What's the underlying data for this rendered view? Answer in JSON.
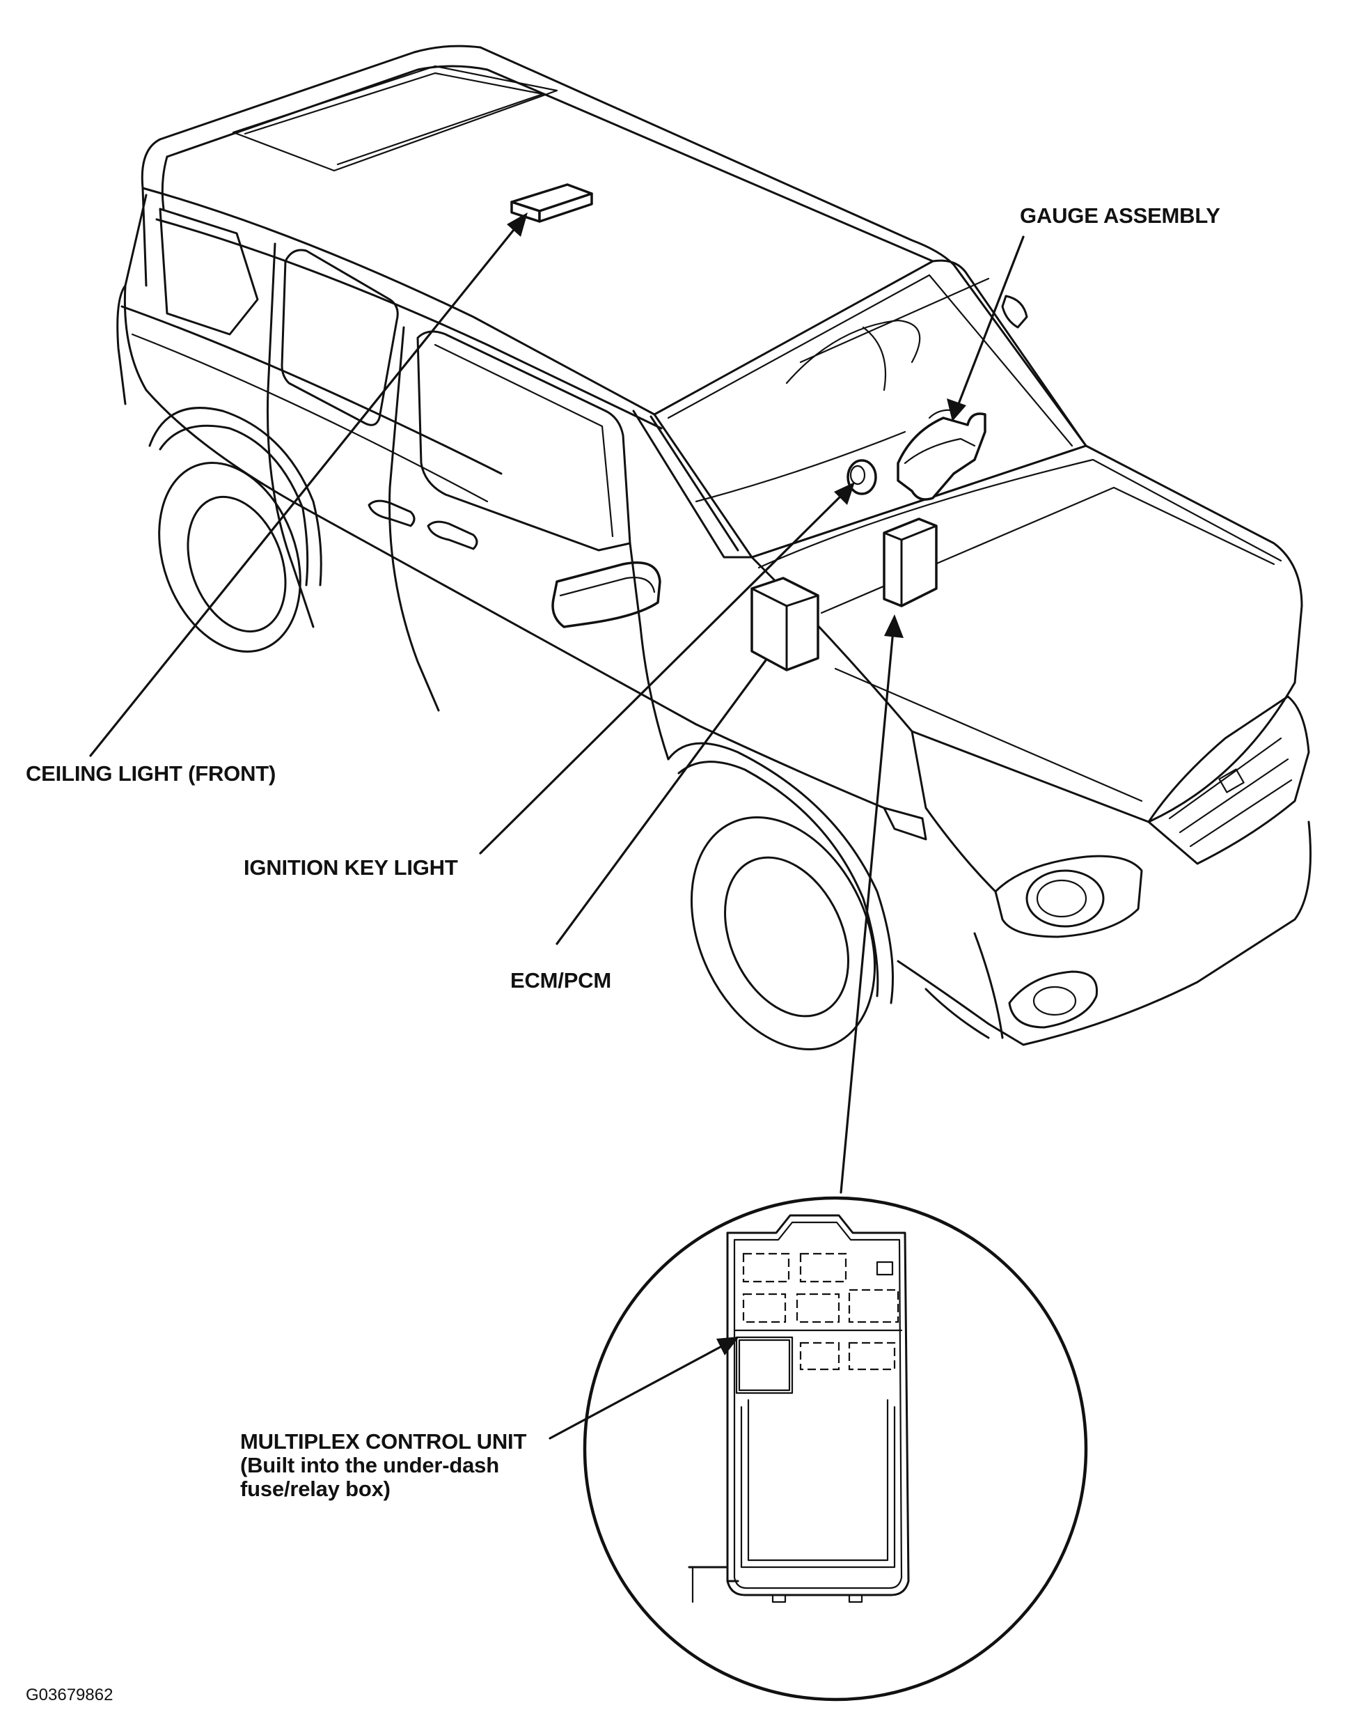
{
  "labels": {
    "gauge_assembly": "GAUGE ASSEMBLY",
    "ceiling_light": "CEILING LIGHT (FRONT)",
    "ignition_key_light": "IGNITION KEY LIGHT",
    "ecm_pcm": "ECM/PCM",
    "multiplex_line1": "MULTIPLEX CONTROL UNIT",
    "multiplex_line2": "(Built into the under-dash",
    "multiplex_line3": "fuse/relay box)"
  },
  "figure_id": "G03679862",
  "colors": {
    "line": "#111111",
    "background": "#ffffff"
  }
}
